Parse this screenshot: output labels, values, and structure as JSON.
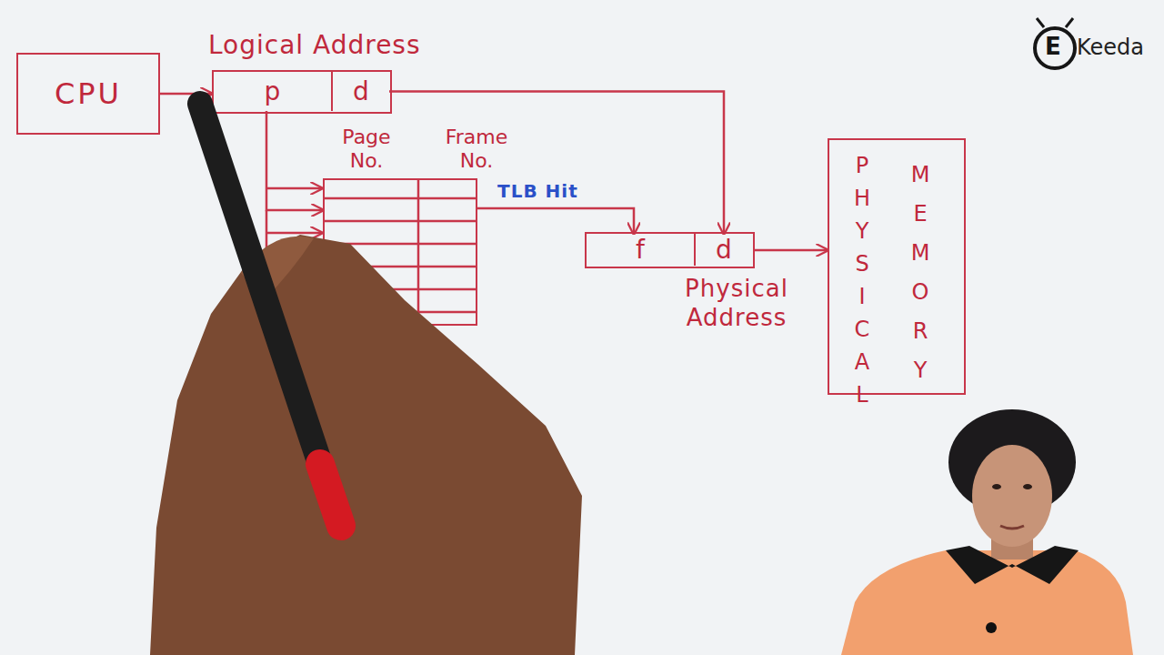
{
  "diagram": {
    "nodes": [
      {
        "text": [
          "CPU"
        ]
      },
      {
        "text": [
          "Logical Address"
        ]
      },
      {
        "text": [
          "p"
        ],
        "in": 1
      },
      {
        "text": [
          "d"
        ],
        "in": 1
      },
      {
        "text": [
          "Page No.",
          "Frame No."
        ]
      },
      {
        "text": [
          "Physical Address"
        ]
      },
      {
        "text": [
          "f"
        ],
        "in": 5
      },
      {
        "text": [
          "d"
        ],
        "in": 5
      },
      {
        "text": [
          "PHYSICAL",
          "MEMORY"
        ]
      }
    ],
    "edges": [
      {
        "from": 0,
        "to": 1,
        "arrow": "to"
      },
      {
        "from": 2,
        "to": 4,
        "arrow": "to"
      },
      {
        "from": 3,
        "to": 7,
        "arrow": "to"
      },
      {
        "from": 4,
        "to": 6,
        "arrow": "to",
        "label": "TLB Hit"
      },
      {
        "from": 5,
        "to": 8,
        "arrow": "to"
      }
    ],
    "labels": [
      "E",
      "Keeda"
    ]
  }
}
